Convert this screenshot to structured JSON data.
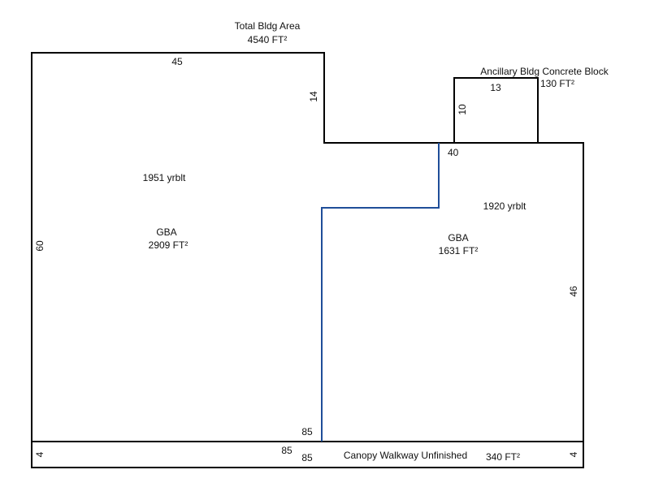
{
  "colors": {
    "outline": "#000000",
    "divider": "#1f4e99",
    "background": "#ffffff"
  },
  "total": {
    "title": "Total Bldg Area",
    "area": "4540 FT²"
  },
  "ancillary": {
    "title": "Ancillary Bldg Concrete Block",
    "area": "130 FT²",
    "width": "13",
    "depth": "10"
  },
  "left_section": {
    "year": "1951 yrblt",
    "type": "GBA",
    "area": "2909 FT²"
  },
  "right_section": {
    "year": "1920 yrblt",
    "type": "GBA",
    "area": "1631 FT²"
  },
  "dimensions": {
    "top": "45",
    "notch": "14",
    "left": "60",
    "right": "46",
    "step": "40",
    "bottom_inner": "85"
  },
  "canopy": {
    "title": "Canopy Walkway Unfinished",
    "area": "340 FT²",
    "top_len": "85",
    "bottom_len": "85",
    "left": "4",
    "right": "4"
  }
}
